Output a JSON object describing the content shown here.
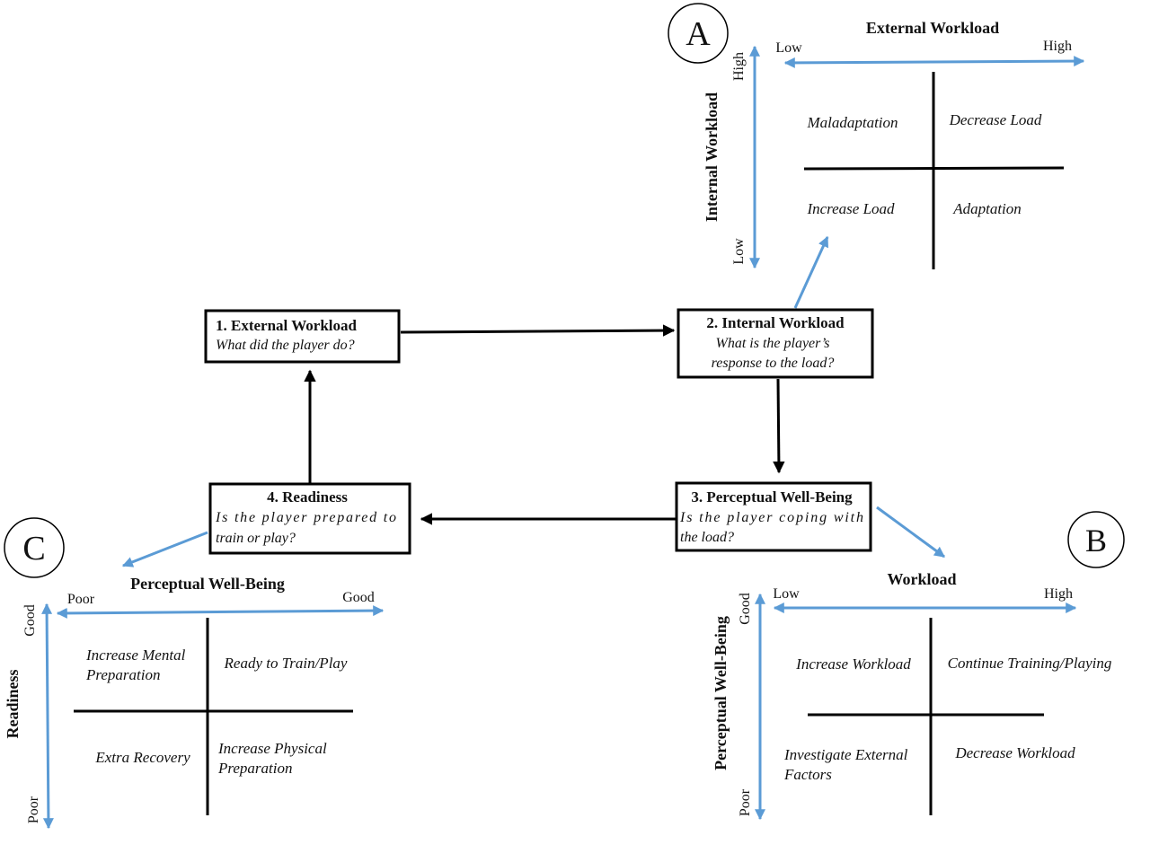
{
  "colors": {
    "axis": "#5b9bd5",
    "line": "#000000",
    "background": "#ffffff"
  },
  "boxes": {
    "external": {
      "title": "1. External Workload",
      "question": "What did the player do?"
    },
    "internal": {
      "title": "2. Internal Workload",
      "question_line1": "What is the player’s",
      "question_line2": "response to the load?"
    },
    "wellbeing": {
      "title": "3. Perceptual Well-Being",
      "question_line1": "Is the player coping with",
      "question_line2": "the load?"
    },
    "readiness": {
      "title": "4. Readiness",
      "question_line1": "Is the player prepared to",
      "question_line2": "train or play?"
    }
  },
  "panels": {
    "a": {
      "letter": "A",
      "x_title": "External Workload",
      "x_low": "Low",
      "x_high": "High",
      "y_title": "Internal Workload",
      "y_high": "High",
      "y_low": "Low",
      "q_top_left": "Maladaptation",
      "q_top_right": "Decrease Load",
      "q_bottom_left": "Increase Load",
      "q_bottom_right": "Adaptation"
    },
    "b": {
      "letter": "B",
      "x_title": "Workload",
      "x_low": "Low",
      "x_high": "High",
      "y_title": "Perceptual Well-Being",
      "y_good": "Good",
      "y_poor": "Poor",
      "q_top_left": "Increase Workload",
      "q_top_right": "Continue Training/Playing",
      "q_bottom_left_line1": "Investigate External",
      "q_bottom_left_line2": "Factors",
      "q_bottom_right": "Decrease Workload"
    },
    "c": {
      "letter": "C",
      "x_title": "Perceptual Well-Being",
      "x_poor": "Poor",
      "x_good": "Good",
      "y_title": "Readiness",
      "y_good": "Good",
      "y_poor": "Poor",
      "q_top_left_line1": "Increase Mental",
      "q_top_left_line2": "Preparation",
      "q_top_right": "Ready to Train/Play",
      "q_bottom_left": "Extra Recovery",
      "q_bottom_right_line1": "Increase Physical",
      "q_bottom_right_line2": "Preparation"
    }
  }
}
